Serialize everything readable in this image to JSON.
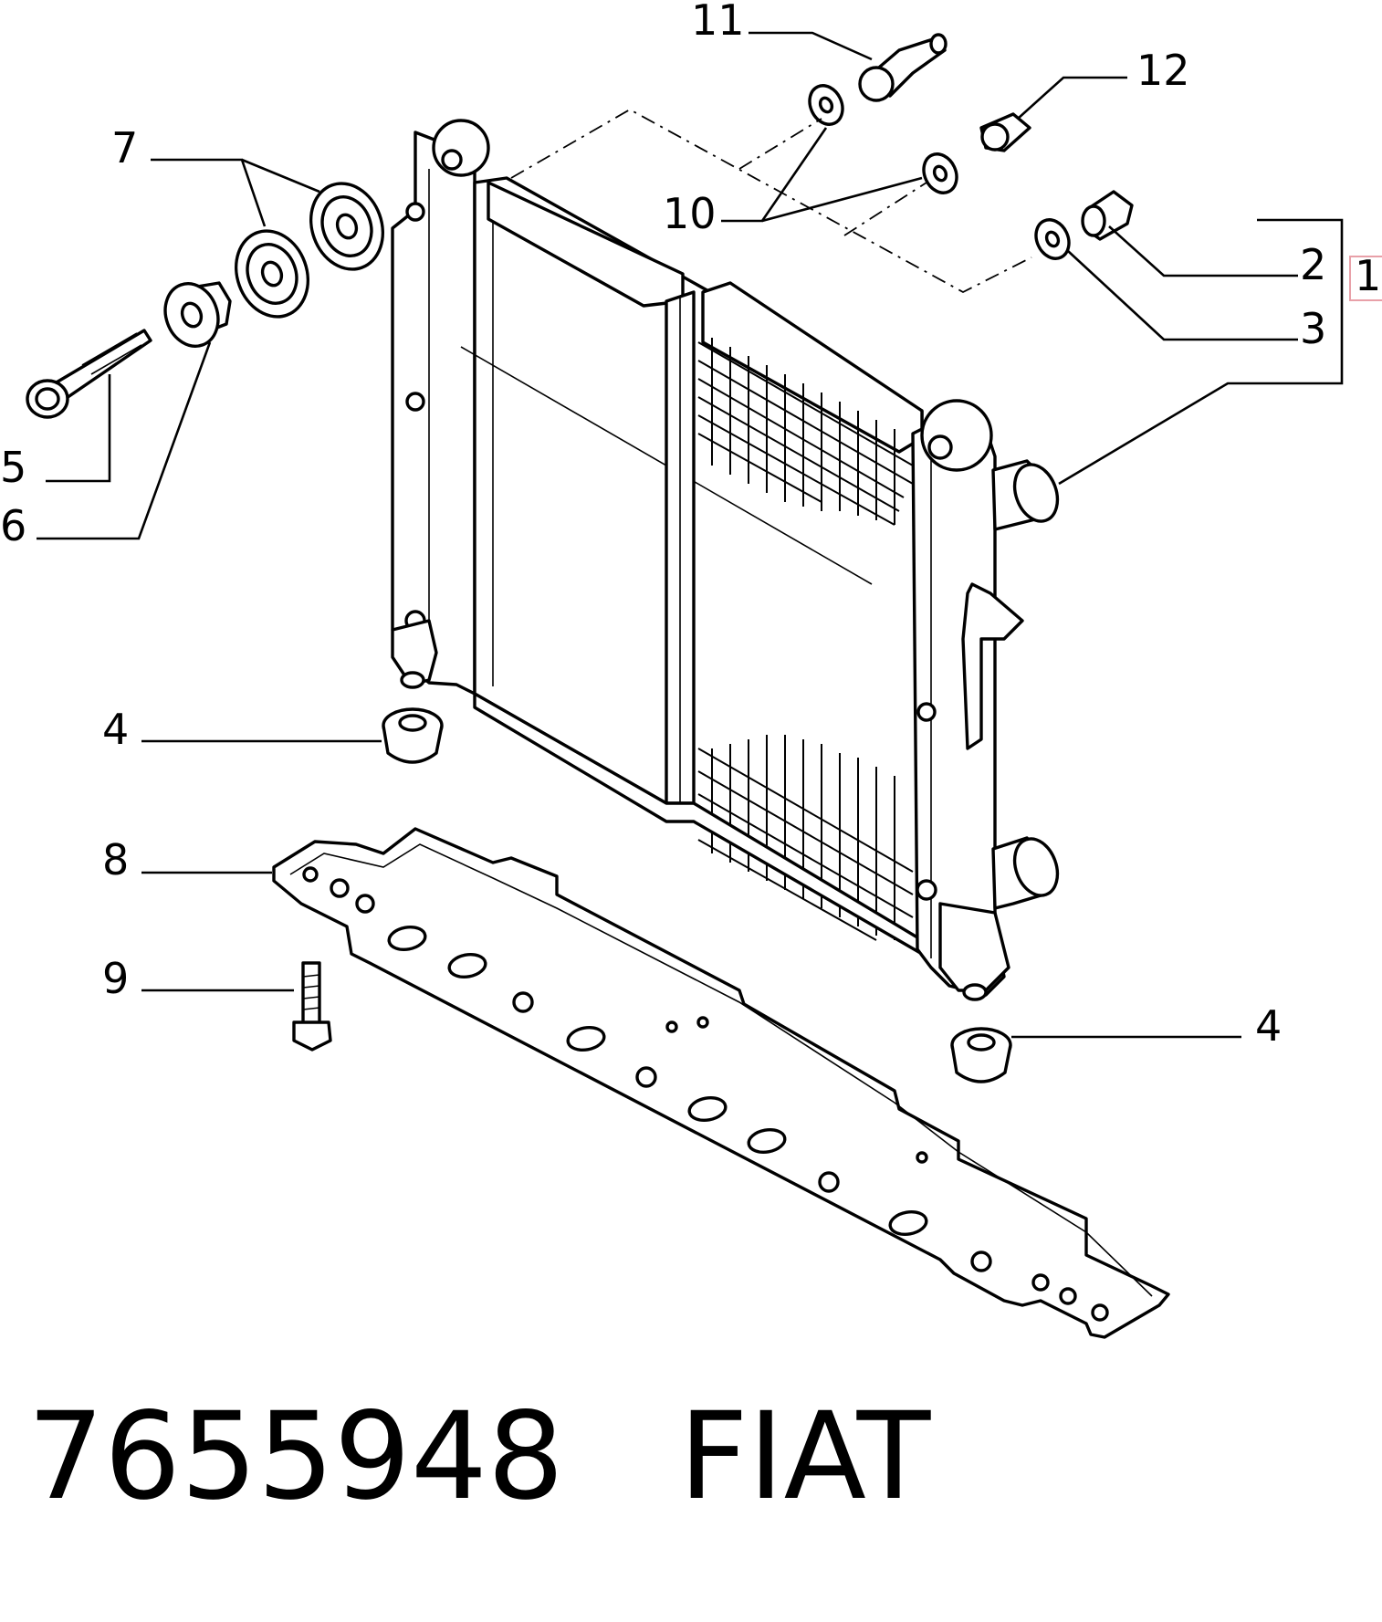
{
  "callouts": [
    "11",
    "12",
    "7",
    "10",
    "2",
    "1",
    "3",
    "5",
    "6",
    "4",
    "8",
    "9",
    "4"
  ],
  "caption": {
    "part_number": "7655948",
    "brand": "FIAT"
  },
  "colors": {
    "line": "#000000",
    "background": "#ffffff",
    "highlight_box": "#e8a0a8"
  }
}
